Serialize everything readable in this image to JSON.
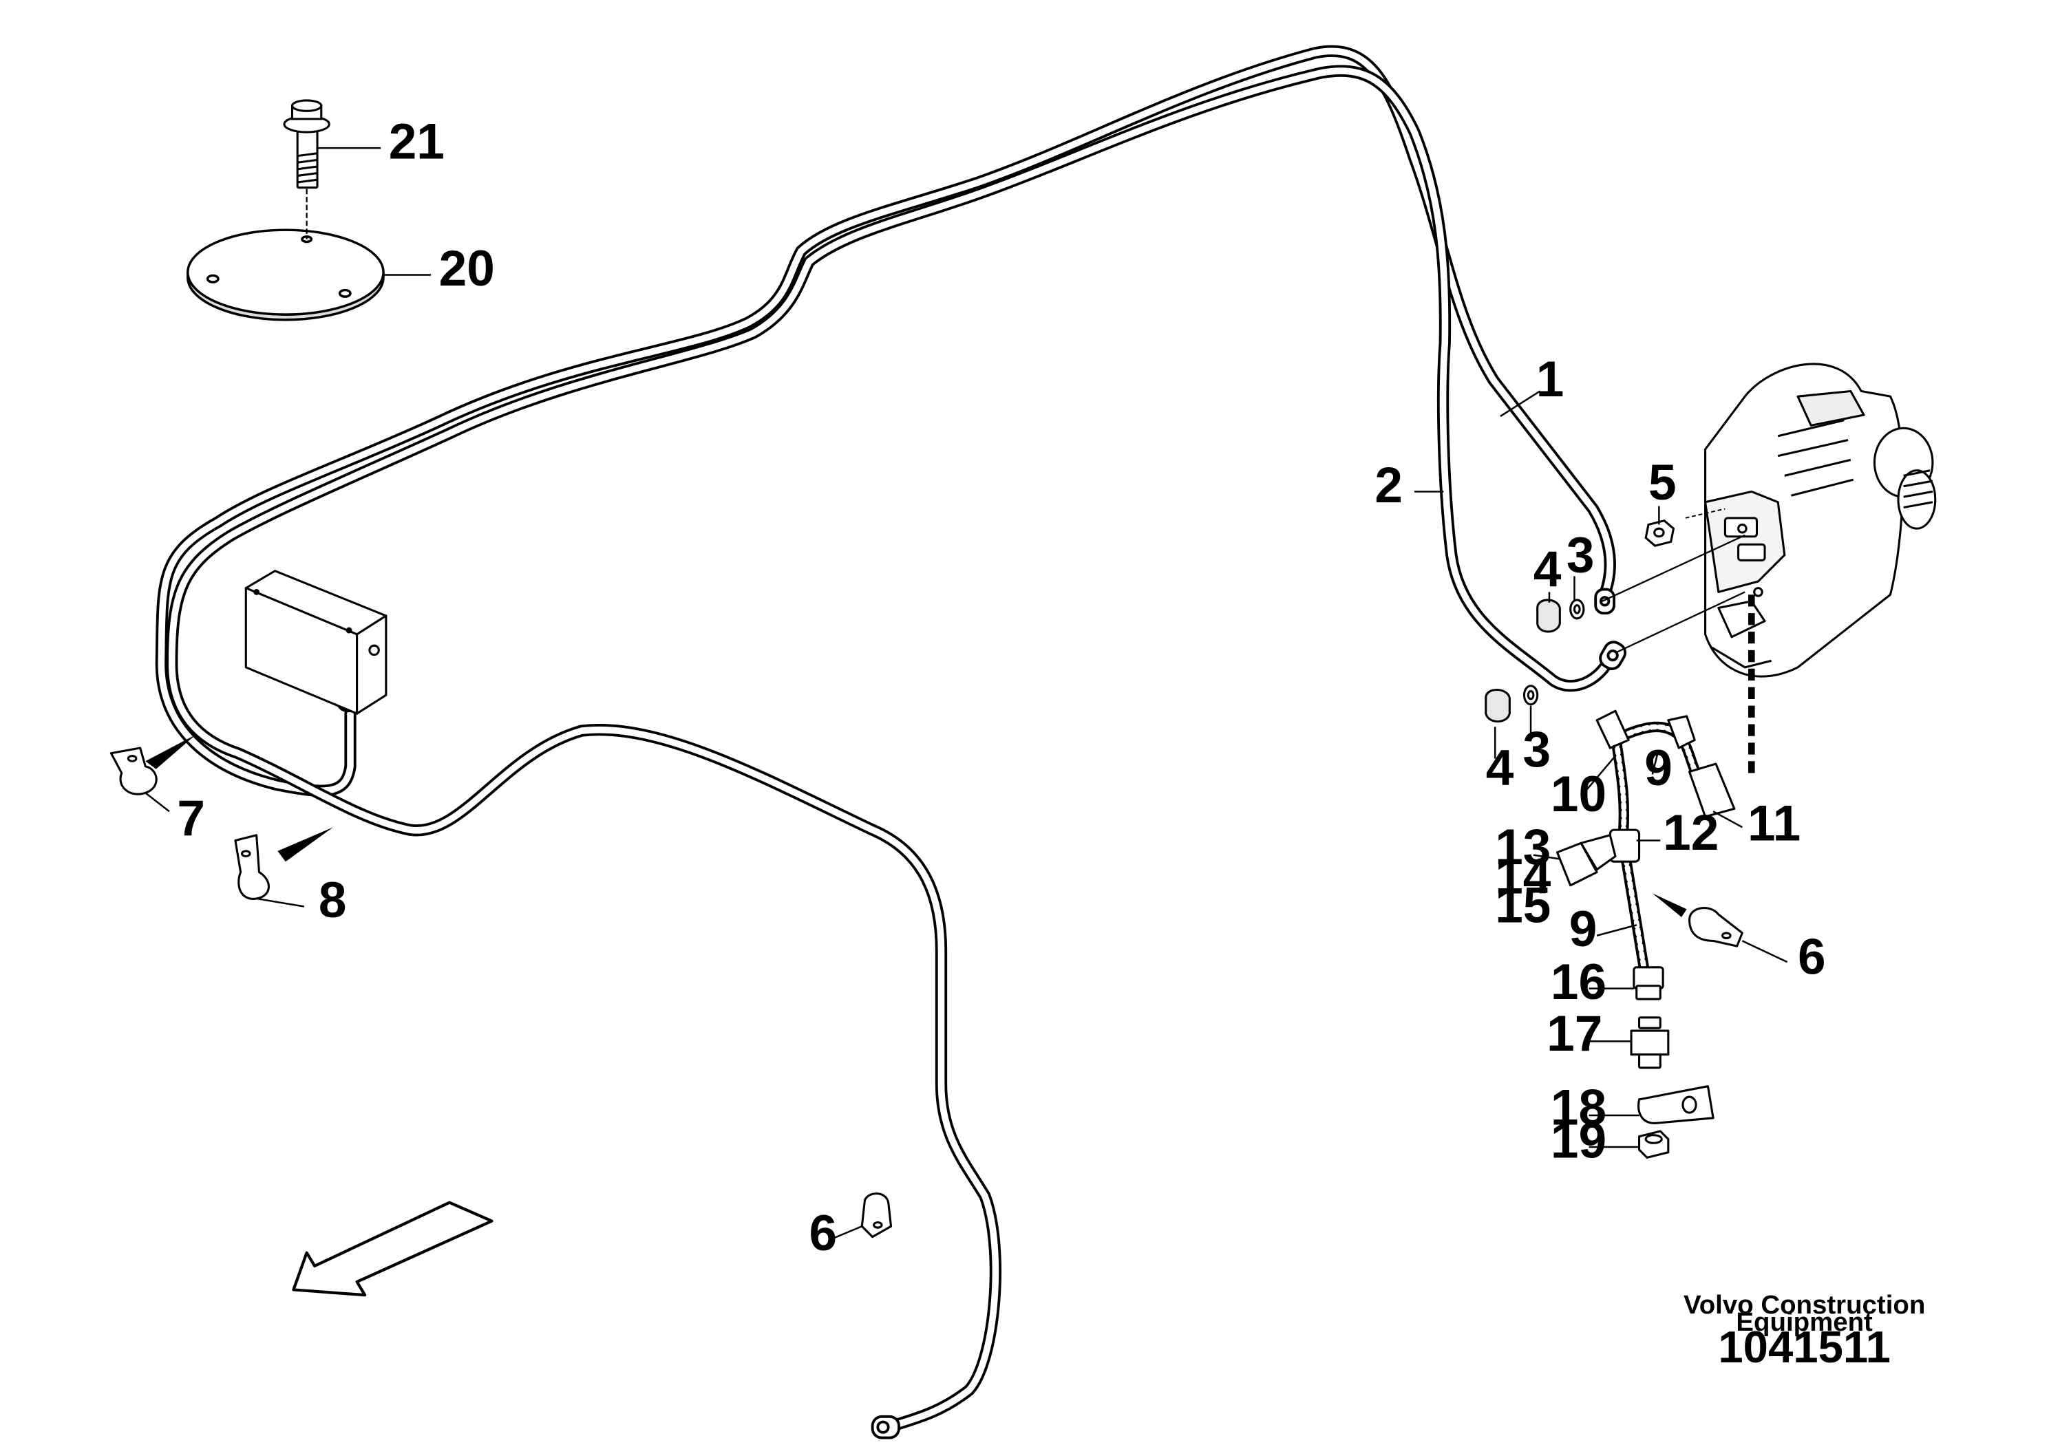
{
  "callouts": [
    "1",
    "2",
    "3",
    "4",
    "5",
    "6",
    "7",
    "8",
    "9",
    "10",
    "11",
    "12",
    "13",
    "14",
    "15",
    "16",
    "17",
    "18",
    "19",
    "20",
    "21"
  ],
  "footer": {
    "company_line1": "Volvo Construction",
    "company_line2": "Equipment",
    "drawing_number": "1041511"
  }
}
